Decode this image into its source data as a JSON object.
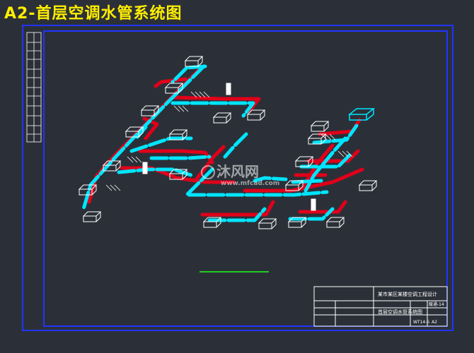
{
  "title": "A2-首层空调水管系统图",
  "watermark": {
    "brand": "沐风网",
    "url": "www.mfcad.com"
  },
  "title_block": {
    "project": "某市某区某楼空调工程设计",
    "drawing_name": "首层空调水管系统图",
    "number": "暖通-14",
    "sheet_ref": "WT14-5",
    "scale": "A2"
  },
  "colors": {
    "background": "#2b3038",
    "frame": "#2233ff",
    "supply_pipe": "#00e5ff",
    "return_pipe": "#e0001a",
    "title_text": "#ffee00",
    "accent_line": "#22cc22"
  }
}
